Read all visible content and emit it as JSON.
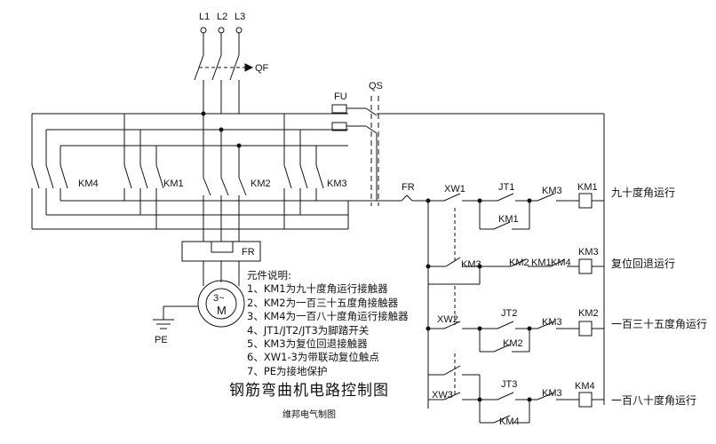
{
  "phases": [
    "L1",
    "L2",
    "L3"
  ],
  "breaker": "QF",
  "fuse": "FU",
  "switch": "QS",
  "overload": "FR",
  "motor": {
    "phase": "3~",
    "letter": "M"
  },
  "ground": "PE",
  "power_contactors": [
    "KM4",
    "KM1",
    "KM2",
    "KM3"
  ],
  "control": {
    "fr": "FR",
    "xw1": "XW1",
    "xw2": "XW2",
    "xw3": "XW3",
    "jt1": "JT1",
    "jt2": "JT2",
    "jt3": "JT3",
    "km1": "KM1",
    "km2": "KM2",
    "km3": "KM3",
    "km4": "KM4"
  },
  "rungs": [
    "九十度角运行",
    "复位回退运行",
    "一百三十五度角运行",
    "一百八十度角运行"
  ],
  "legend": {
    "heading": "元件说明:",
    "items": [
      "1、KM1为九十度角运行接触器",
      "2、KM2为一百三十五度角接触器",
      "3、KM4为一百八十度角运行接触器",
      "4、JT1/JT2/JT3为脚踏开关",
      "5、KM3为复位回退接触器",
      "6、XW1-3为带联动复位触点",
      "7、PE为接地保护"
    ]
  },
  "title": "钢筋弯曲机电路控制图",
  "subtitle": "维邦电气制图"
}
